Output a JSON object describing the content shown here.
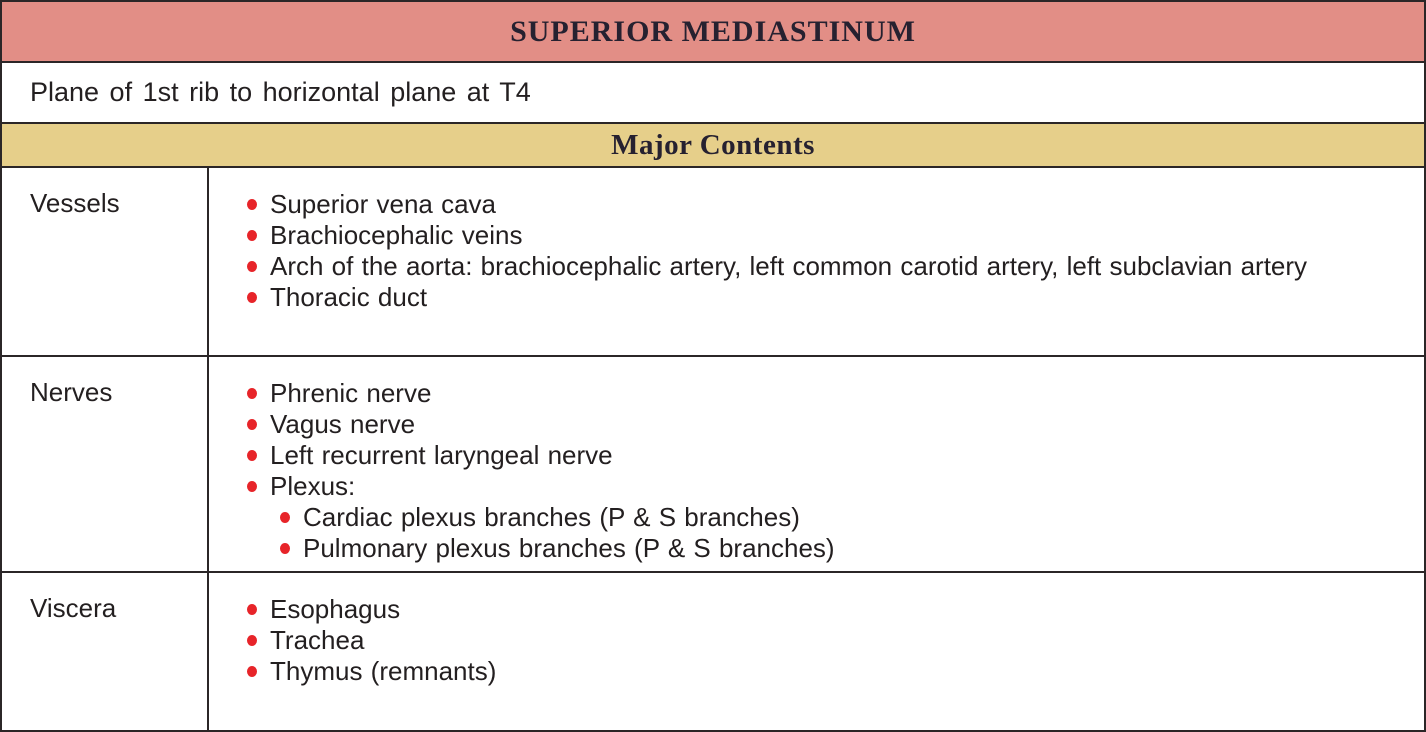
{
  "table": {
    "title": "SUPERIOR MEDIASTINUM",
    "definition": "Plane of 1st rib to horizontal plane at T4",
    "section_header": "Major Contents",
    "rows": [
      {
        "label": "Vessels",
        "items": [
          {
            "level": 1,
            "text": "Superior vena cava"
          },
          {
            "level": 1,
            "text": "Brachiocephalic veins"
          },
          {
            "level": 1,
            "text": "Arch of the aorta: brachiocephalic artery, left common carotid artery, left subclavian artery"
          },
          {
            "level": 1,
            "text": "Thoracic duct"
          }
        ]
      },
      {
        "label": "Nerves",
        "items": [
          {
            "level": 1,
            "text": "Phrenic nerve"
          },
          {
            "level": 1,
            "text": "Vagus nerve"
          },
          {
            "level": 1,
            "text": "Left recurrent laryngeal nerve"
          },
          {
            "level": 1,
            "text": "Plexus:"
          },
          {
            "level": 2,
            "text": "Cardiac plexus branches (P & S branches)"
          },
          {
            "level": 2,
            "text": "Pulmonary plexus branches (P & S branches)"
          }
        ]
      },
      {
        "label": "Viscera",
        "items": [
          {
            "level": 1,
            "text": "Esophagus"
          },
          {
            "level": 1,
            "text": "Trachea"
          },
          {
            "level": 1,
            "text": "Thymus (remnants)"
          }
        ]
      }
    ]
  },
  "colors": {
    "title_bg": "#e28e86",
    "subheader_bg": "#e6cf8a",
    "bullet": "#e72429",
    "border": "#2b2627",
    "text": "#231f20"
  }
}
